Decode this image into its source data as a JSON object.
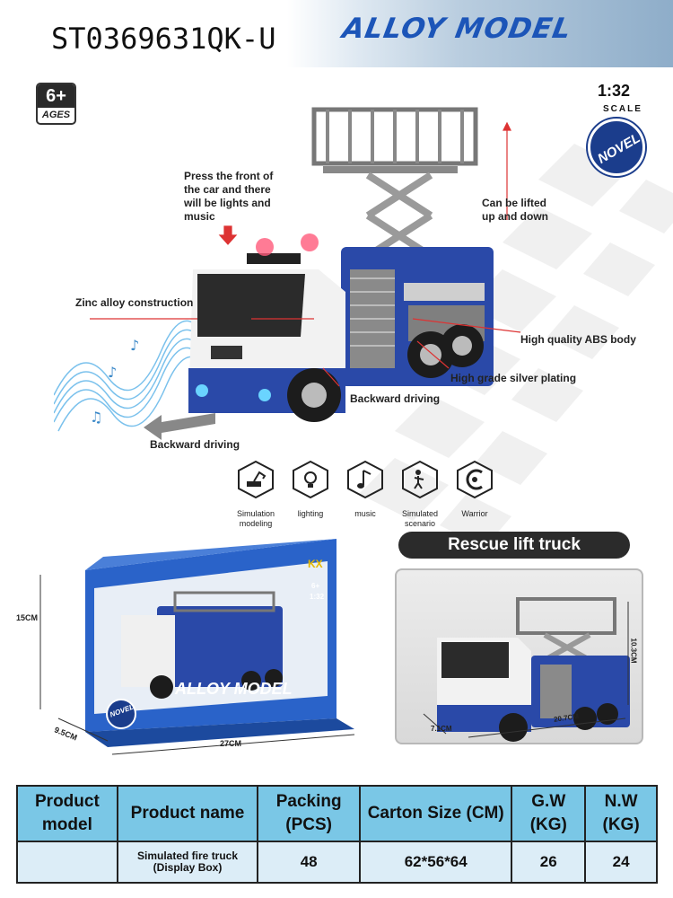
{
  "header": {
    "sku": "ST0369631QK-U",
    "brand": "ALLOY MODEL"
  },
  "badges": {
    "age_number": "6+",
    "age_label": "AGES",
    "scale_value": "1:32",
    "scale_label": "SCALE",
    "novel": "NOVEL"
  },
  "annotations": {
    "press_front": "Press the front of the car and there will be lights and music",
    "lifted": "Can be lifted up and down",
    "zinc": "Zinc alloy construction",
    "abs": "High quality ABS body",
    "silver": "High grade silver plating",
    "backward_1": "Backward driving",
    "backward_2": "Backward driving"
  },
  "features": [
    {
      "label": "Simulation modeling",
      "icon": "excavator-icon"
    },
    {
      "label": "lighting",
      "icon": "light-bulb-icon"
    },
    {
      "label": "music",
      "icon": "music-note-icon"
    },
    {
      "label": "Simulated scenario",
      "icon": "worker-icon"
    },
    {
      "label": "Warrior",
      "icon": "warrior-icon"
    }
  ],
  "package": {
    "height": "15CM",
    "depth": "9.5CM",
    "width": "27CM",
    "box_brand": "ALLOY MODEL",
    "box_novel": "NOVEL",
    "box_logo": "KX",
    "box_age": "6+",
    "box_scale": "1:32"
  },
  "product_panel": {
    "title": "Rescue lift truck",
    "height": "10.3CM",
    "length": "20.7CM",
    "width": "7.1CM"
  },
  "colors": {
    "truck_blue": "#2a49a8",
    "table_header": "#7ac7e6",
    "table_body": "#dcedf7",
    "brand_blue": "#1c55b8"
  },
  "table": {
    "headers": [
      "Product model",
      "Product name",
      "Packing (PCS)",
      "Carton Size (CM)",
      "G.W (KG)",
      "N.W (KG)"
    ],
    "rows": [
      [
        "",
        "Simulated fire truck (Display Box)",
        "48",
        "62*56*64",
        "26",
        "24"
      ]
    ]
  }
}
